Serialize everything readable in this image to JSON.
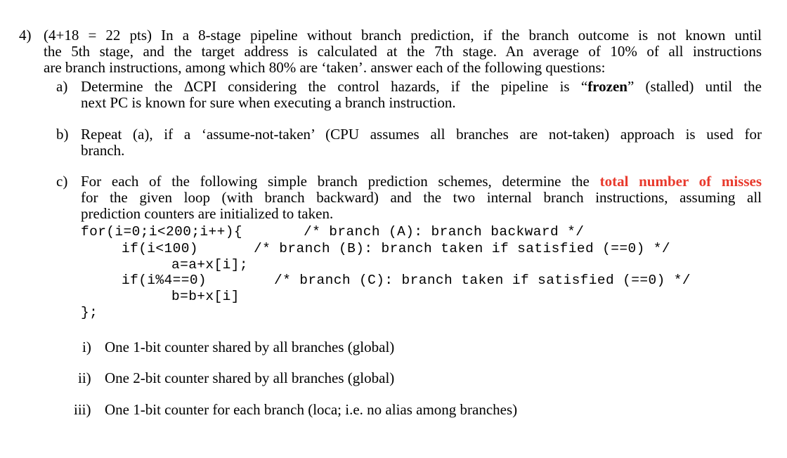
{
  "problem": {
    "number": "4)",
    "line1": "(4+18 = 22 pts) In a 8-stage pipeline without branch prediction, if the branch outcome is not known until",
    "line2": "the 5th stage, and the target address is calculated at the 7th stage. An average of 10% of all instructions",
    "line3": "are branch instructions, among which 80% are ‘taken’. answer each of the following questions:"
  },
  "part_a": {
    "label": "a)",
    "line1_pre": "Determine the ΔCPI considering the control hazards, if the pipeline is “",
    "line1_bold": "frozen",
    "line1_post": "” (stalled) until the",
    "line2": "next PC is known for sure when executing a branch instruction."
  },
  "part_b": {
    "label": "b)",
    "line1": "Repeat (a), if a ‘assume-not-taken’ (CPU assumes all branches are not-taken) approach is used for",
    "line2": "branch."
  },
  "part_c": {
    "label": "c)",
    "line1_pre": "For each of the following simple branch prediction schemes, determine the ",
    "line1_red": "total number of misses",
    "line2": "for the given loop (with branch backward) and the two internal branch instructions, assuming all",
    "line3": "prediction counters are initialized to taken."
  },
  "code": {
    "l1": "for(i=0;i<200;i++){",
    "c1": "/* branch (A): branch backward */",
    "l2": "if(i<100)",
    "c2": "/* branch (B): branch taken if satisfied (==0) */",
    "l3": "a=a+x[i];",
    "l4": "if(i%4==0)",
    "c4": "/* branch (C): branch taken if satisfied (==0) */",
    "l5": "b=b+x[i]",
    "l6": "};"
  },
  "options": [
    {
      "label": "i)",
      "text": "One 1-bit counter shared by all branches (global)"
    },
    {
      "label": "ii)",
      "text": "One 2-bit counter shared by all branches (global)"
    },
    {
      "label": "iii)",
      "text": "One 1-bit counter for each branch (loca; i.e. no alias among branches)"
    }
  ],
  "colors": {
    "highlight": "#e8392c",
    "text": "#000000",
    "background": "#ffffff"
  }
}
